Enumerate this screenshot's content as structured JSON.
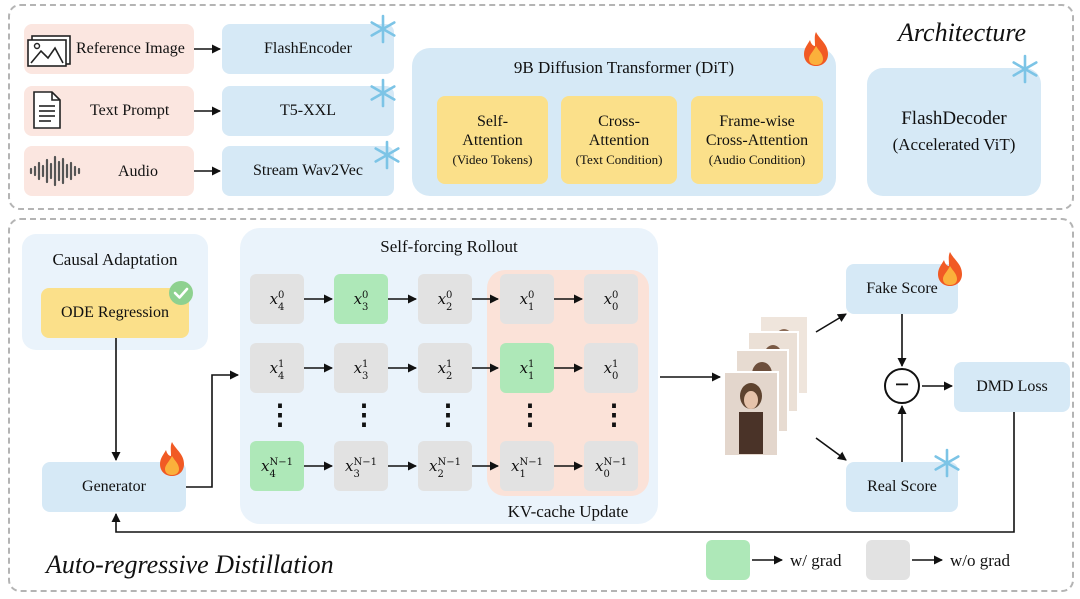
{
  "architecture": {
    "title": "Architecture",
    "inputs": [
      {
        "label": "Reference Image",
        "icon": "image-icon"
      },
      {
        "label": "Text Prompt",
        "icon": "document-icon"
      },
      {
        "label": "Audio",
        "icon": "waveform-icon"
      }
    ],
    "encoders": [
      "FlashEncoder",
      "T5-XXL",
      "Stream Wav2Vec"
    ],
    "dit": {
      "title": "9B Diffusion Transformer (DiT)",
      "blocks": [
        {
          "main": "Self-\nAttention",
          "sub": "(Video Tokens)"
        },
        {
          "main": "Cross-\nAttention",
          "sub": "(Text Condition)"
        },
        {
          "main": "Frame-wise\nCross-Attention",
          "sub": "(Audio Condition)"
        }
      ]
    },
    "decoder": {
      "line1": "FlashDecoder",
      "line2": "(Accelerated ViT)"
    }
  },
  "distillation": {
    "title": "Auto-regressive Distillation",
    "causal": {
      "title": "Causal Adaptation",
      "ode": "ODE Regression"
    },
    "generator": "Generator",
    "rollout": {
      "title": "Self-forcing Rollout",
      "kv_label": "KV-cache Update",
      "rows": [
        {
          "sup": "0",
          "nodes": [
            {
              "sub": "4",
              "g": false
            },
            {
              "sub": "3",
              "g": true
            },
            {
              "sub": "2",
              "g": false
            },
            {
              "sub": "1",
              "g": false
            },
            {
              "sub": "0",
              "g": false
            }
          ]
        },
        {
          "sup": "1",
          "nodes": [
            {
              "sub": "4",
              "g": false
            },
            {
              "sub": "3",
              "g": false
            },
            {
              "sub": "2",
              "g": false
            },
            {
              "sub": "1",
              "g": true
            },
            {
              "sub": "0",
              "g": false
            }
          ]
        },
        {
          "sup": "N−1",
          "nodes": [
            {
              "sub": "4",
              "g": true
            },
            {
              "sub": "3",
              "g": false
            },
            {
              "sub": "2",
              "g": false
            },
            {
              "sub": "1",
              "g": false
            },
            {
              "sub": "0",
              "g": false
            }
          ]
        }
      ],
      "var": "x",
      "dots": "⋮"
    },
    "fake_score": "Fake Score",
    "real_score": "Real Score",
    "minus": "−",
    "dmd_loss": "DMD Loss"
  },
  "legend": {
    "with_grad": "w/ grad",
    "without_grad": "w/o grad"
  },
  "colors": {
    "pink": "#fbe6e0",
    "blue": "#d6e9f6",
    "yellow": "#fbe08a",
    "green": "#aee8b8",
    "grey": "#e2e2e2"
  }
}
